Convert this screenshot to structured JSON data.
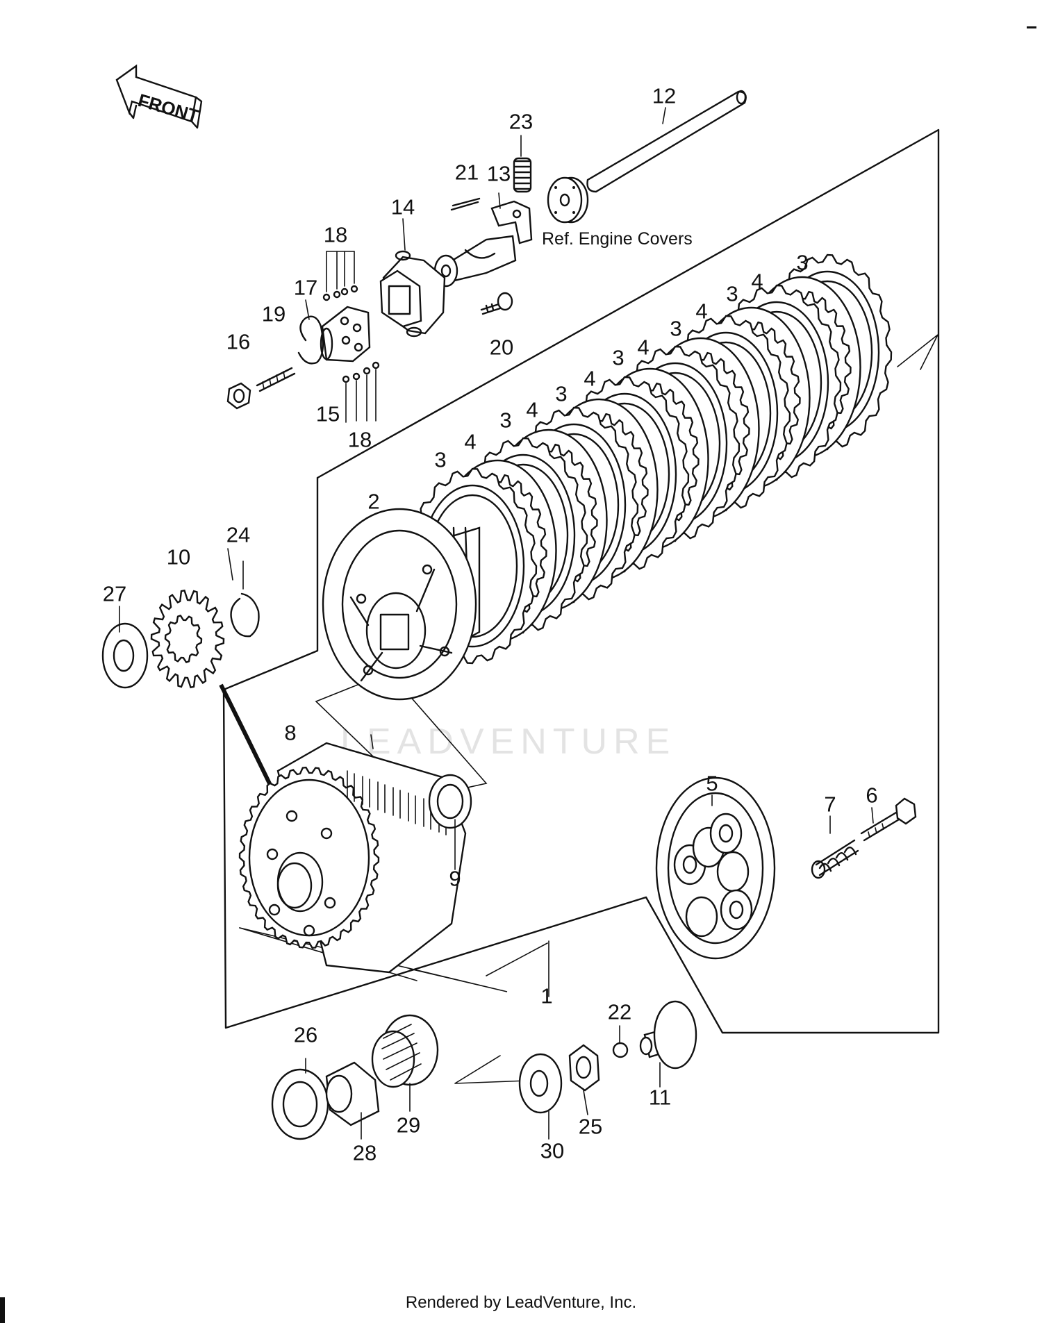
{
  "diagram": {
    "front_label": "FRONT",
    "reference_label": "Ref.  Engine Covers",
    "watermark": "LEADVENTURE",
    "callouts": [
      {
        "id": "c1",
        "text": "1"
      },
      {
        "id": "c2",
        "text": "2"
      },
      {
        "id": "c3a",
        "text": "3"
      },
      {
        "id": "c3b",
        "text": "3"
      },
      {
        "id": "c3c",
        "text": "3"
      },
      {
        "id": "c3d",
        "text": "3"
      },
      {
        "id": "c3e",
        "text": "3"
      },
      {
        "id": "c3f",
        "text": "3"
      },
      {
        "id": "c3g",
        "text": "3"
      },
      {
        "id": "c3h",
        "text": "3"
      },
      {
        "id": "c4a",
        "text": "4"
      },
      {
        "id": "c4b",
        "text": "4"
      },
      {
        "id": "c4c",
        "text": "4"
      },
      {
        "id": "c4d",
        "text": "4"
      },
      {
        "id": "c4e",
        "text": "4"
      },
      {
        "id": "c4f",
        "text": "4"
      },
      {
        "id": "c4g",
        "text": "4"
      },
      {
        "id": "c5",
        "text": "5"
      },
      {
        "id": "c6",
        "text": "6"
      },
      {
        "id": "c7",
        "text": "7"
      },
      {
        "id": "c8",
        "text": "8"
      },
      {
        "id": "c9",
        "text": "9"
      },
      {
        "id": "c10",
        "text": "10"
      },
      {
        "id": "c11",
        "text": "11"
      },
      {
        "id": "c12",
        "text": "12"
      },
      {
        "id": "c13",
        "text": "13"
      },
      {
        "id": "c14",
        "text": "14"
      },
      {
        "id": "c15",
        "text": "15"
      },
      {
        "id": "c16",
        "text": "16"
      },
      {
        "id": "c17",
        "text": "17"
      },
      {
        "id": "c18a",
        "text": "18"
      },
      {
        "id": "c18b",
        "text": "18"
      },
      {
        "id": "c19",
        "text": "19"
      },
      {
        "id": "c20",
        "text": "20"
      },
      {
        "id": "c21",
        "text": "21"
      },
      {
        "id": "c22",
        "text": "22"
      },
      {
        "id": "c23",
        "text": "23"
      },
      {
        "id": "c24",
        "text": "24"
      },
      {
        "id": "c25",
        "text": "25"
      },
      {
        "id": "c26",
        "text": "26"
      },
      {
        "id": "c27",
        "text": "27"
      },
      {
        "id": "c28",
        "text": "28"
      },
      {
        "id": "c29",
        "text": "29"
      },
      {
        "id": "c30",
        "text": "30"
      }
    ]
  },
  "footer": {
    "text": "Rendered by LeadVenture, Inc."
  }
}
